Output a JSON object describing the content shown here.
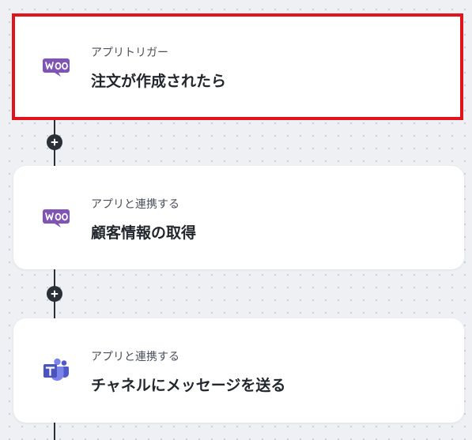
{
  "steps": [
    {
      "icon": "woocommerce-icon",
      "label": "アプリトリガー",
      "title": "注文が作成されたら",
      "selected": true
    },
    {
      "icon": "woocommerce-icon",
      "label": "アプリと連携する",
      "title": "顧客情報の取得",
      "selected": false
    },
    {
      "icon": "microsoft-teams-icon",
      "label": "アプリと連携する",
      "title": "チャネルにメッセージを送る",
      "selected": false
    }
  ],
  "colors": {
    "selection_border": "#e0141c",
    "woocommerce": "#7f54b3",
    "teams": "#5059c9",
    "connector": "#2b2f36"
  }
}
